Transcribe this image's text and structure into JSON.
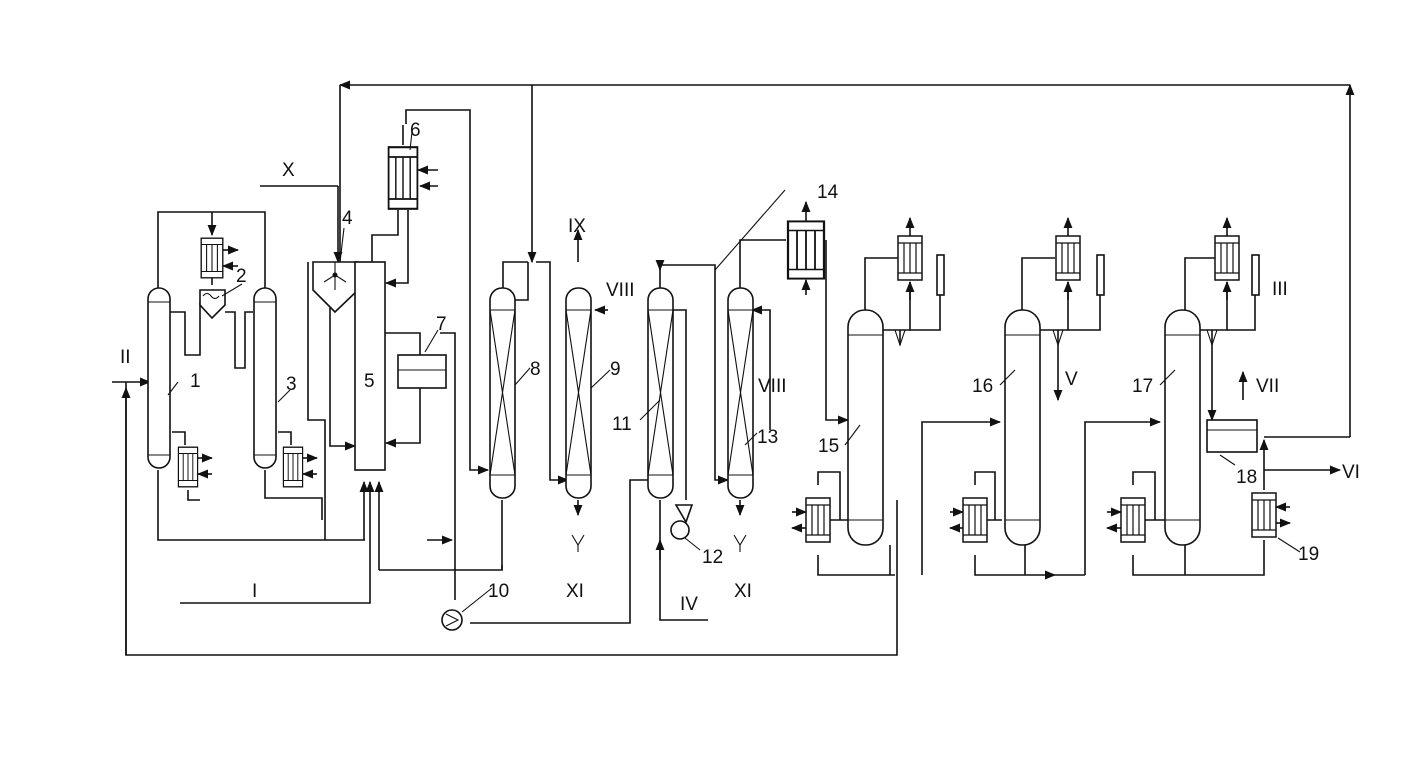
{
  "diagram": {
    "equipment_numbers": [
      "1",
      "2",
      "3",
      "4",
      "5",
      "6",
      "7",
      "8",
      "9",
      "10",
      "11",
      "12",
      "13",
      "14",
      "15",
      "16",
      "17",
      "18",
      "19"
    ],
    "stream_labels": [
      "I",
      "II",
      "III",
      "IV",
      "V",
      "VI",
      "VII",
      "VIII",
      "VIII",
      "IX",
      "X",
      "XI",
      "XI"
    ]
  }
}
